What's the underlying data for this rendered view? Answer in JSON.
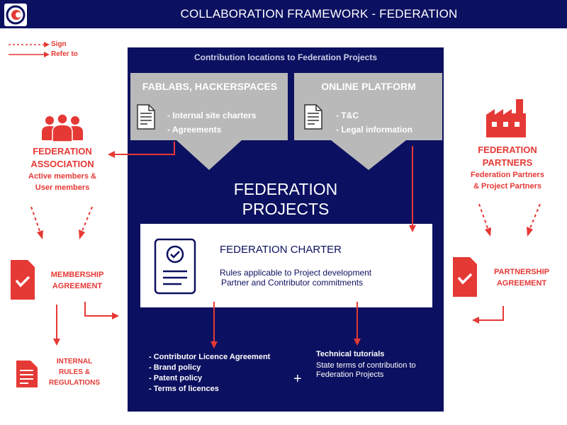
{
  "title": "COLLABORATION FRAMEWORK - FEDERATION",
  "legend": {
    "sign": "Sign",
    "refer_to": "Refer to"
  },
  "panel_heading": "Contribution locations to Federation Projects",
  "fablabs": {
    "heading": "FABLABS, HACKERSPACES",
    "items": [
      "- Internal site charters",
      "- Agreements"
    ]
  },
  "online_platform": {
    "heading": "ONLINE PLATFORM",
    "items": [
      "- T&C",
      "- Legal information"
    ]
  },
  "federation_projects": {
    "line1": "FEDERATION",
    "line2": "PROJECTS"
  },
  "charter": {
    "title": "FEDERATION CHARTER",
    "lines": [
      "Rules applicable to Project development",
      "Partner and Contributor commitments"
    ]
  },
  "association": {
    "title_lines": [
      "FEDERATION",
      "ASSOCIATION"
    ],
    "sub_lines": [
      "Active members &",
      "User members"
    ]
  },
  "partners": {
    "title_lines": [
      "FEDERATION",
      "PARTNERS"
    ],
    "sub_lines": [
      "Federation Partners",
      "& Project Partners"
    ]
  },
  "membership_agreement": [
    "MEMBERSHIP",
    "AGREEMENT"
  ],
  "partnership_agreement": [
    "PARTNERSHIP",
    "AGREEMENT"
  ],
  "internal_rules": [
    "INTERNAL",
    "RULES &",
    "REGULATIONS"
  ],
  "policies": [
    "- Contributor Licence Agreement",
    "- Brand policy",
    "- Patent policy",
    "- Terms of licences"
  ],
  "tutorials": {
    "title": "Technical tutorials",
    "lines": [
      "State terms of contribution to",
      "Federation Projects"
    ]
  },
  "plus": "+",
  "colors": {
    "navy": "#0c1060",
    "red": "#e53935",
    "gray": "#b9b9b9",
    "white": "#ffffff"
  }
}
